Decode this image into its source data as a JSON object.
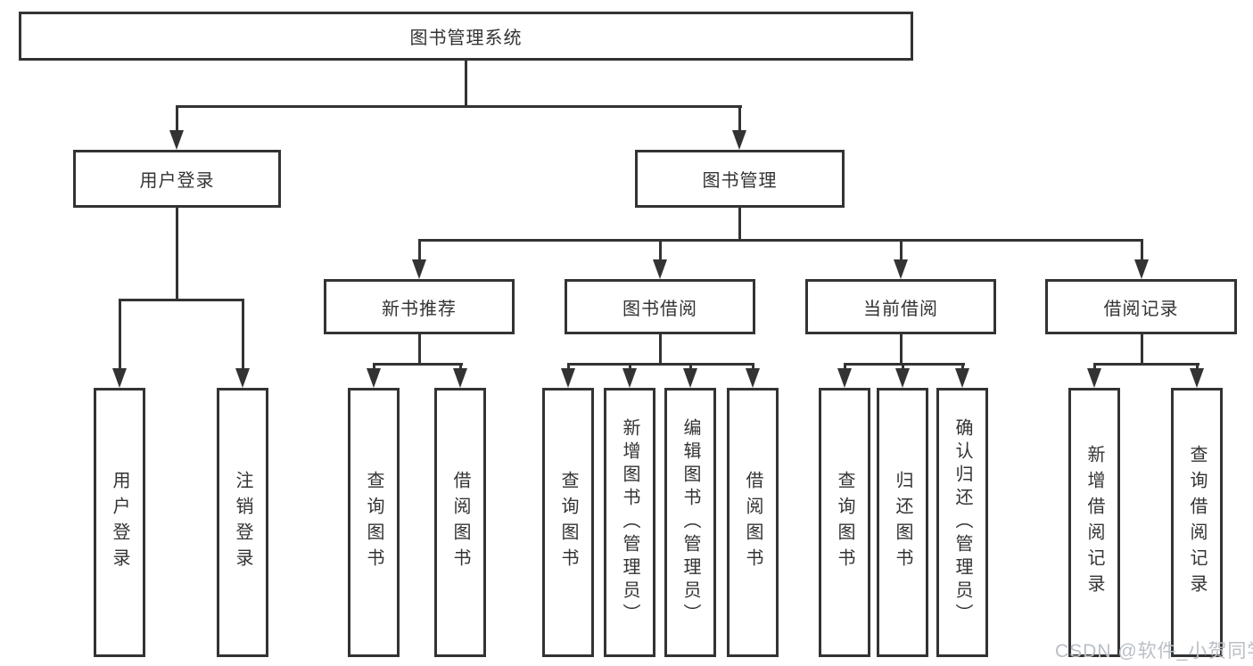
{
  "diagram_title": "图书管理系统",
  "watermark": "CSDN @软件_小贺同学",
  "colors": {
    "line": "#333333",
    "text": "#333333",
    "background": "#ffffff",
    "watermark": "#b9bfc6"
  },
  "tree": {
    "root": {
      "label": "图书管理系统"
    },
    "branches": [
      {
        "label": "用户登录",
        "children": [
          {
            "label": "用户登录"
          },
          {
            "label": "注销登录"
          }
        ]
      },
      {
        "label": "图书管理",
        "children": [
          {
            "label": "新书推荐",
            "children": [
              {
                "label": "查询图书"
              },
              {
                "label": "借阅图书"
              }
            ]
          },
          {
            "label": "图书借阅",
            "children": [
              {
                "label": "查询图书"
              },
              {
                "label": "新增图书（管理员）"
              },
              {
                "label": "编辑图书（管理员）"
              },
              {
                "label": "借阅图书"
              }
            ]
          },
          {
            "label": "当前借阅",
            "children": [
              {
                "label": "查询图书"
              },
              {
                "label": "归还图书"
              },
              {
                "label": "确认归还（管理员）"
              }
            ]
          },
          {
            "label": "借阅记录",
            "children": [
              {
                "label": "新增借阅记录"
              },
              {
                "label": "查询借阅记录"
              }
            ]
          }
        ]
      }
    ]
  }
}
